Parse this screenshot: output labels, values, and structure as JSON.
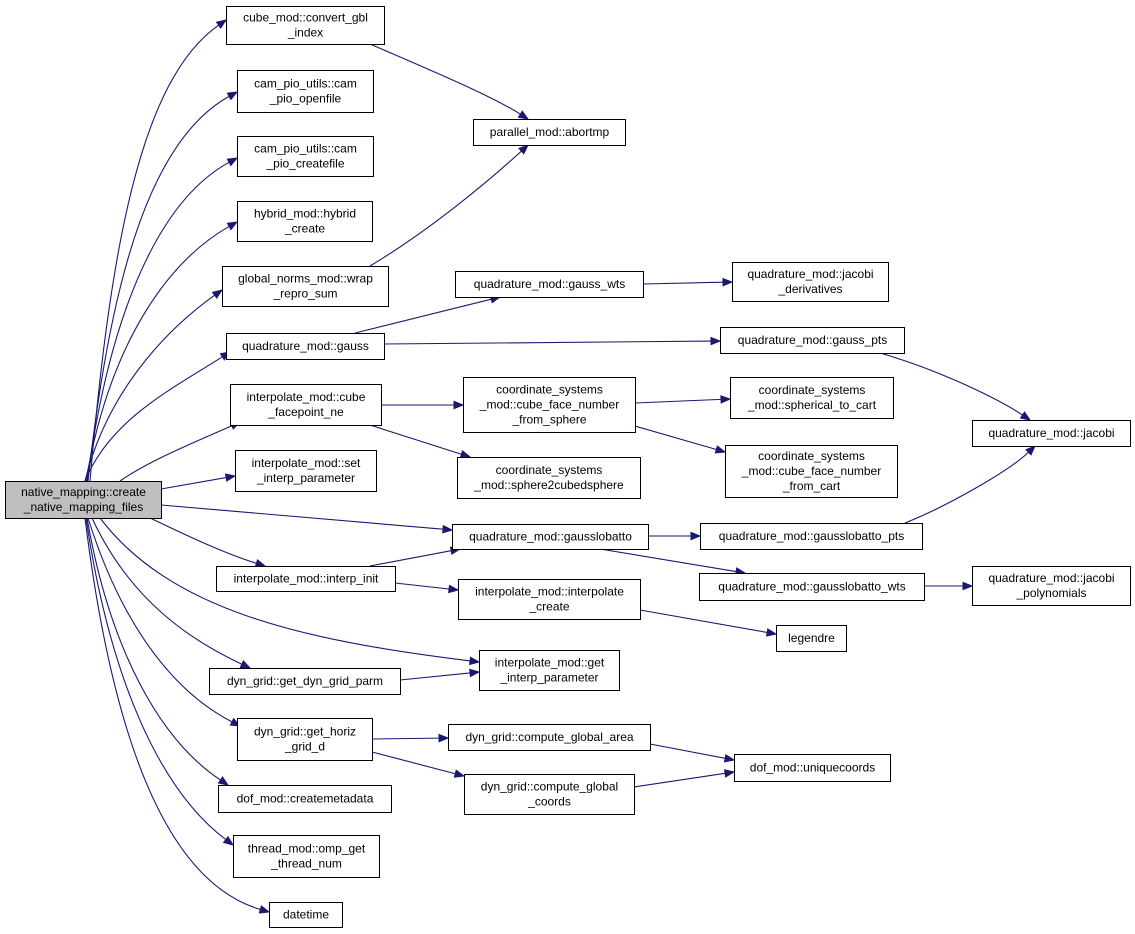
{
  "diagram": {
    "edge_color": "#191970",
    "root_fill": "#bfbfbf",
    "nodes": {
      "native_mapping": [
        "native_mapping::create",
        "_native_mapping_files"
      ],
      "convert_gbl": [
        "cube_mod::convert_gbl",
        "_index"
      ],
      "cam_pio_openfile": [
        "cam_pio_utils::cam",
        "_pio_openfile"
      ],
      "cam_pio_createfile": [
        "cam_pio_utils::cam",
        "_pio_createfile"
      ],
      "hybrid_create": [
        "hybrid_mod::hybrid",
        "_create"
      ],
      "wrap_repro_sum": [
        "global_norms_mod::wrap",
        "_repro_sum"
      ],
      "abortmp": [
        "parallel_mod::abortmp"
      ],
      "gauss_wts": [
        "quadrature_mod::gauss_wts"
      ],
      "jacobi_derivatives": [
        "quadrature_mod::jacobi",
        "_derivatives"
      ],
      "gauss": [
        "quadrature_mod::gauss"
      ],
      "gauss_pts": [
        "quadrature_mod::gauss_pts"
      ],
      "cube_facepoint_ne": [
        "interpolate_mod::cube",
        "_facepoint_ne"
      ],
      "cube_face_number_from_sphere": [
        "coordinate_systems",
        "_mod::cube_face_number",
        "_from_sphere"
      ],
      "spherical_to_cart": [
        "coordinate_systems",
        "_mod::spherical_to_cart"
      ],
      "jacobi": [
        "quadrature_mod::jacobi"
      ],
      "set_interp_parameter": [
        "interpolate_mod::set",
        "_interp_parameter"
      ],
      "sphere2cubedsphere": [
        "coordinate_systems",
        "_mod::sphere2cubedsphere"
      ],
      "cube_face_number_from_cart": [
        "coordinate_systems",
        "_mod::cube_face_number",
        "_from_cart"
      ],
      "gausslobatto": [
        "quadrature_mod::gausslobatto"
      ],
      "gausslobatto_pts": [
        "quadrature_mod::gausslobatto_pts"
      ],
      "interp_init": [
        "interpolate_mod::interp_init"
      ],
      "gausslobatto_wts": [
        "quadrature_mod::gausslobatto_wts"
      ],
      "jacobi_polynomials": [
        "quadrature_mod::jacobi",
        "_polynomials"
      ],
      "interpolate_create": [
        "interpolate_mod::interpolate",
        "_create"
      ],
      "legendre": [
        "legendre"
      ],
      "get_interp_parameter": [
        "interpolate_mod::get",
        "_interp_parameter"
      ],
      "get_dyn_grid_parm": [
        "dyn_grid::get_dyn_grid_parm"
      ],
      "get_horiz_grid_d": [
        "dyn_grid::get_horiz",
        "_grid_d"
      ],
      "compute_global_area": [
        "dyn_grid::compute_global_area"
      ],
      "uniquecoords": [
        "dof_mod::uniquecoords"
      ],
      "compute_global_coords": [
        "dyn_grid::compute_global",
        "_coords"
      ],
      "createmetadata": [
        "dof_mod::createmetadata"
      ],
      "omp_get_thread_num": [
        "thread_mod::omp_get",
        "_thread_num"
      ],
      "datetime": [
        "datetime"
      ]
    },
    "edges": [
      [
        "native_mapping",
        "convert_gbl"
      ],
      [
        "native_mapping",
        "cam_pio_openfile"
      ],
      [
        "native_mapping",
        "cam_pio_createfile"
      ],
      [
        "native_mapping",
        "hybrid_create"
      ],
      [
        "native_mapping",
        "wrap_repro_sum"
      ],
      [
        "native_mapping",
        "gauss"
      ],
      [
        "native_mapping",
        "cube_facepoint_ne"
      ],
      [
        "native_mapping",
        "set_interp_parameter"
      ],
      [
        "native_mapping",
        "gausslobatto"
      ],
      [
        "native_mapping",
        "interp_init"
      ],
      [
        "native_mapping",
        "get_interp_parameter"
      ],
      [
        "native_mapping",
        "get_dyn_grid_parm"
      ],
      [
        "native_mapping",
        "get_horiz_grid_d"
      ],
      [
        "native_mapping",
        "createmetadata"
      ],
      [
        "native_mapping",
        "omp_get_thread_num"
      ],
      [
        "native_mapping",
        "datetime"
      ],
      [
        "convert_gbl",
        "abortmp"
      ],
      [
        "wrap_repro_sum",
        "abortmp"
      ],
      [
        "gauss",
        "gauss_wts"
      ],
      [
        "gauss",
        "gauss_pts"
      ],
      [
        "gauss_wts",
        "jacobi_derivatives"
      ],
      [
        "gauss_pts",
        "jacobi"
      ],
      [
        "cube_facepoint_ne",
        "cube_face_number_from_sphere"
      ],
      [
        "cube_facepoint_ne",
        "sphere2cubedsphere"
      ],
      [
        "cube_face_number_from_sphere",
        "spherical_to_cart"
      ],
      [
        "cube_face_number_from_sphere",
        "cube_face_number_from_cart"
      ],
      [
        "gausslobatto",
        "gausslobatto_pts"
      ],
      [
        "gausslobatto",
        "gausslobatto_wts"
      ],
      [
        "gausslobatto_pts",
        "jacobi"
      ],
      [
        "gausslobatto_wts",
        "jacobi_polynomials"
      ],
      [
        "interp_init",
        "gausslobatto"
      ],
      [
        "interp_init",
        "interpolate_create"
      ],
      [
        "interpolate_create",
        "legendre"
      ],
      [
        "get_dyn_grid_parm",
        "get_interp_parameter"
      ],
      [
        "get_horiz_grid_d",
        "compute_global_area"
      ],
      [
        "get_horiz_grid_d",
        "compute_global_coords"
      ],
      [
        "compute_global_area",
        "uniquecoords"
      ],
      [
        "compute_global_coords",
        "uniquecoords"
      ]
    ]
  }
}
